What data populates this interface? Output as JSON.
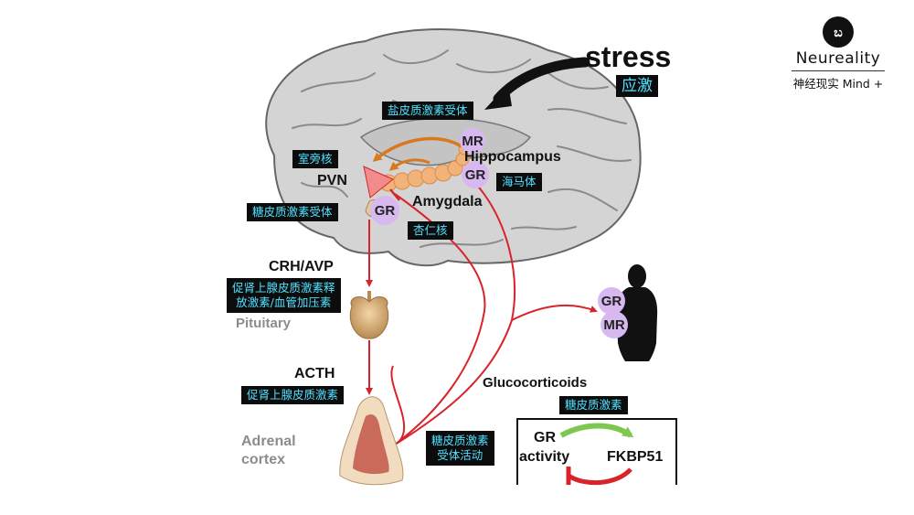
{
  "logo": {
    "mark": "ಬ",
    "name": "Neureality",
    "subtitle": "神经现实 Mind +"
  },
  "stress": {
    "label": "stress",
    "cn": "应激"
  },
  "labels": {
    "mr_receptor_cn": "盐皮质激素受体",
    "mr": "MR",
    "hippocampus": "Hippocampus",
    "hippocampus_cn": "海马体",
    "pvn_cn": "室旁核",
    "pvn": "PVN",
    "amygdala": "Amygdala",
    "amygdala_cn": "杏仁核",
    "gr_receptor_cn": "糖皮质激素受体",
    "crh_avp": "CRH/AVP",
    "crh_avp_cn_line1": "促肾上腺皮质激素释",
    "crh_avp_cn_line2": "放激素/血管加压素",
    "pituitary": "Pituitary",
    "acth": "ACTH",
    "acth_cn": "促肾上腺皮质激素",
    "adrenal_line1": "Adrenal",
    "adrenal_line2": "cortex",
    "glucocorticoids": "Glucocorticoids",
    "glucocorticoids_cn": "糖皮质激素",
    "gr_activity_cn_line1": "糖皮质激素",
    "gr_activity_cn_line2": "受体活动",
    "gr": "GR",
    "box_gr": "GR",
    "box_activity": "activity",
    "fkbp51": "FKBP51"
  },
  "colors": {
    "brain": "#d4d4d4",
    "brain_outline": "#666666",
    "arrow_red": "#d8232a",
    "arrow_orange": "#d9781c",
    "receptor_purple": "#d7b8ef",
    "tag_bg": "#0c0c0c",
    "tag_text": "#4fe0ff",
    "green_arrow": "#7ec850"
  }
}
